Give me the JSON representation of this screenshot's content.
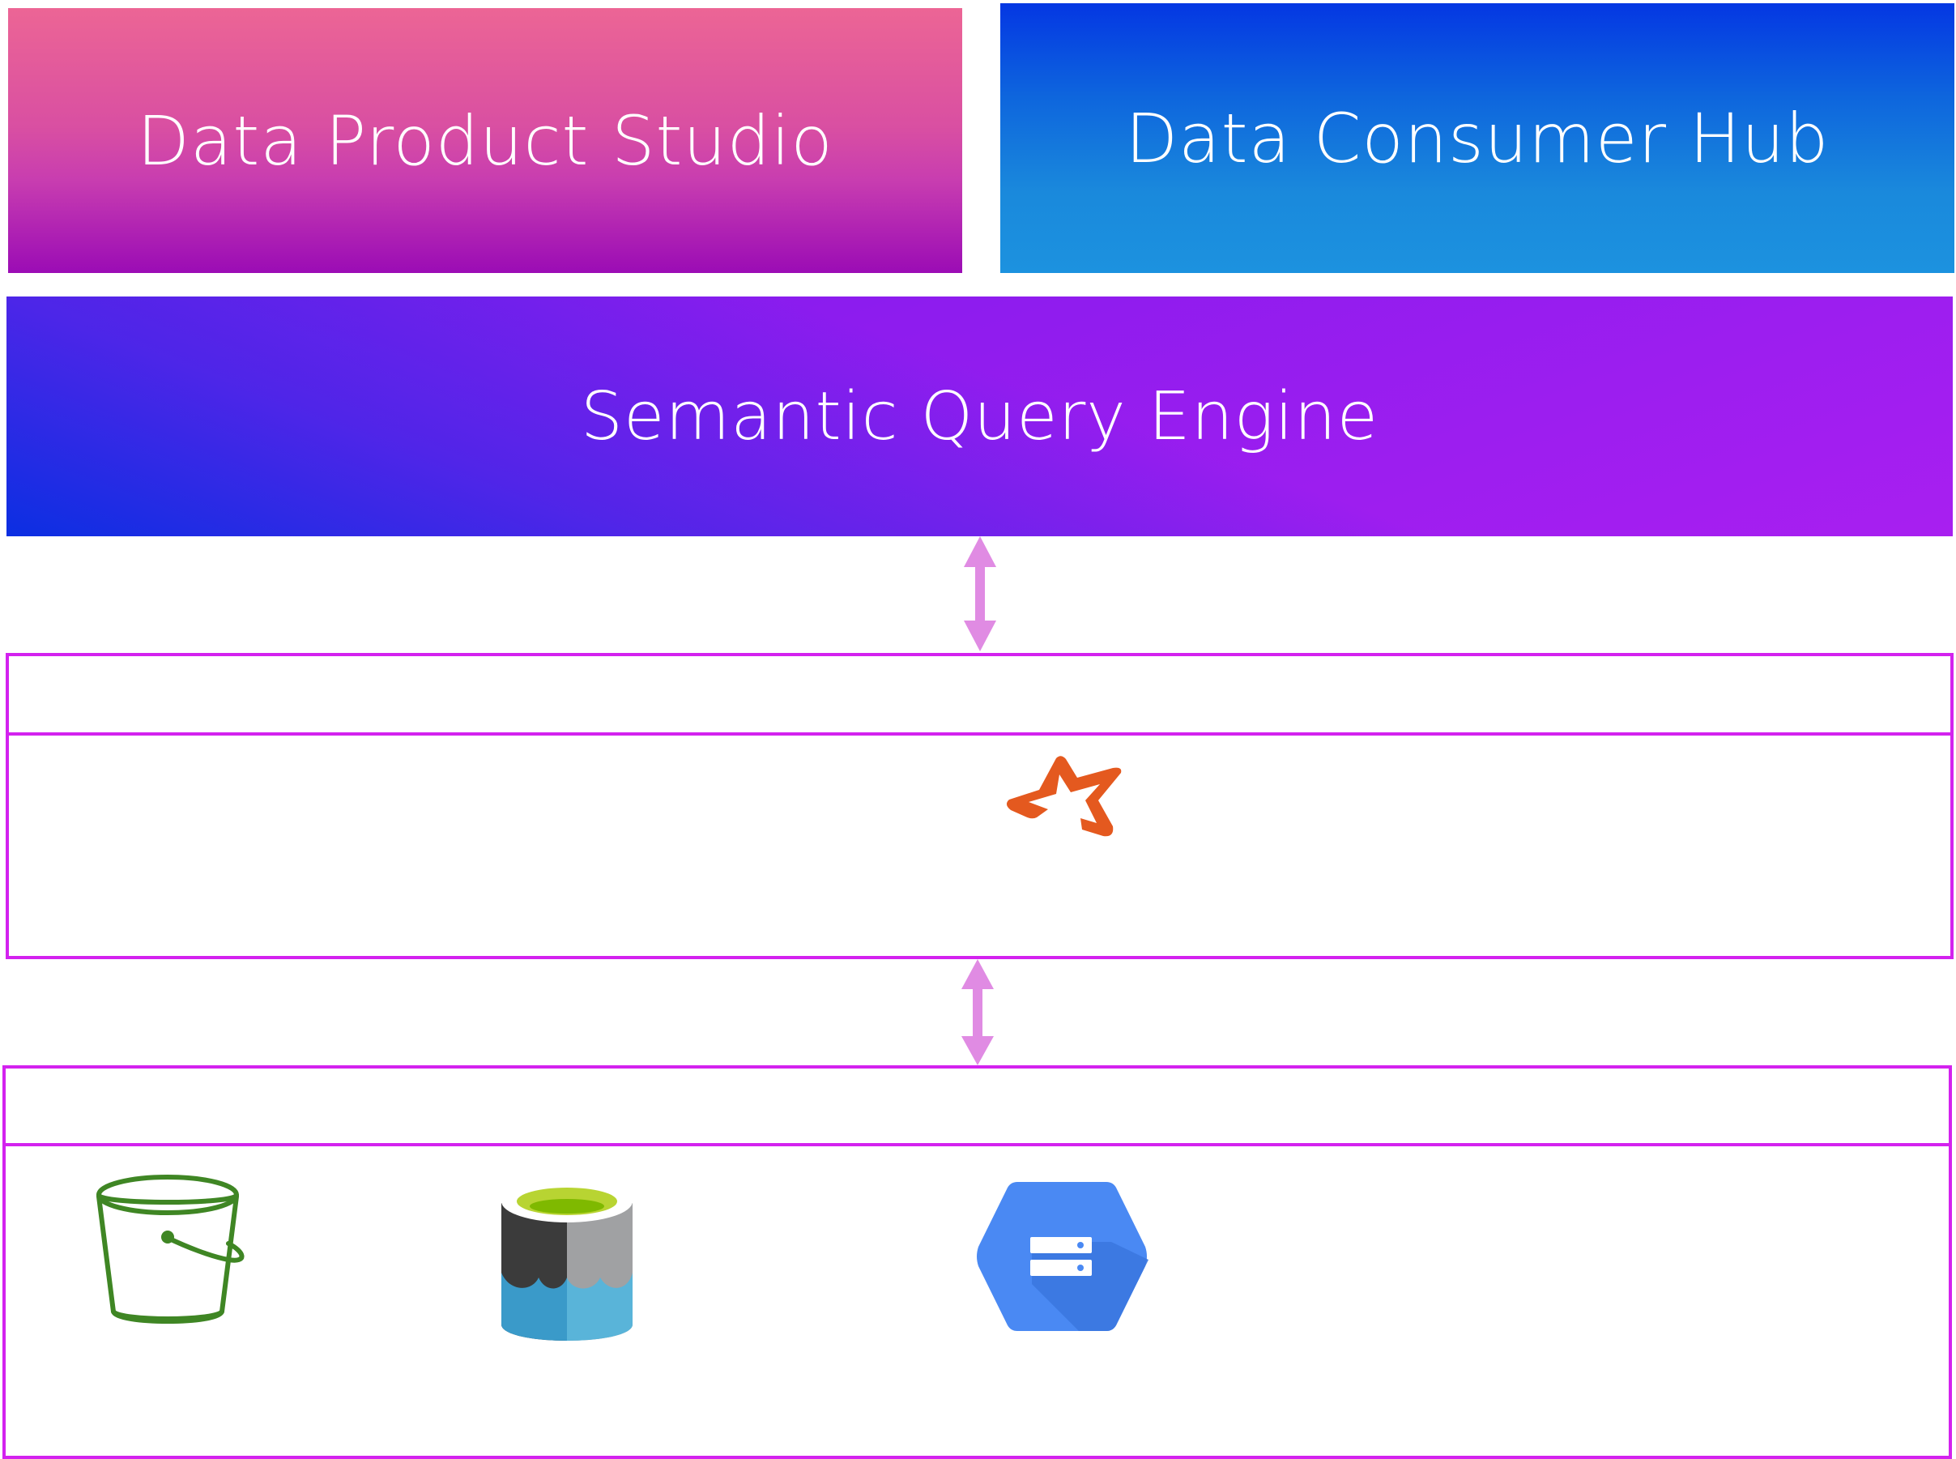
{
  "layers": {
    "studio": {
      "title": "Data Product Studio",
      "color_top": "#ec6595",
      "color_bottom": "#9b0cb5"
    },
    "hub": {
      "title": "Data Consumer Hub",
      "color_top": "#0437e3",
      "color_bottom": "#1c92df"
    },
    "engine": {
      "title": "Semantic Query Engine",
      "color_start": "#0b2fe2",
      "color_end": "#a81ff0"
    }
  },
  "compute_layer": {
    "header": "",
    "icons": [
      {
        "name": "spark-star-icon",
        "color": "#e4591f"
      }
    ]
  },
  "storage_layer": {
    "header": "",
    "icons": [
      {
        "name": "bucket-icon",
        "color": "#3f8624"
      },
      {
        "name": "data-lake-icon",
        "colors": [
          "#3b3b3b",
          "#a0a1a3",
          "#3a9ac9",
          "#59b4d9",
          "#b8d432"
        ]
      },
      {
        "name": "cloud-storage-icon",
        "color": "#4a89f3"
      }
    ]
  },
  "frame_color": "#d322ef",
  "arrow_color": "#e08be3"
}
